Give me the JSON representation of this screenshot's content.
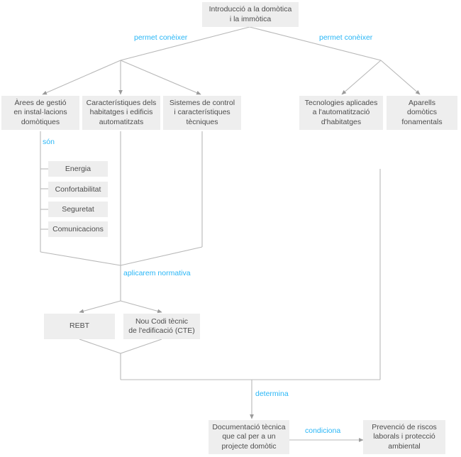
{
  "diagram": {
    "type": "flowchart",
    "title": "Introducció a la domòtica i la immòtica",
    "accent_color": "#29b6f6",
    "node_fill": "#eeeeee",
    "node_text_color": "#4d4d4d",
    "line_color": "#b3b3b3",
    "nodes": {
      "root": "Introducció a la domòtica\ni la immòtica",
      "areas_gestio": "Àrees de gestió\nen instal·lacions\ndomòtiques",
      "caracteristiques": "Característiques dels\nhabitatges i edificis\nautomatitzats",
      "sistemes_control": "Sistemes de control\ni característiques\ntècniques",
      "tecnologies": "Tecnologies aplicades\na l'automatització\nd'habitatges",
      "aparells": "Aparells\ndomòtics\nfonamentals",
      "rebt": "REBT",
      "cte": "Nou Codi tècnic\nde l'edificació (CTE)",
      "documentacio": "Documentació tècnica\nque cal per a un\nprojecte domòtic",
      "prevencio": "Prevenció de riscos\nlaborals i protecció\nambiental"
    },
    "list": {
      "label": "són",
      "items": [
        "Energia",
        "Confortabilitat",
        "Seguretat",
        "Comunicacions"
      ]
    },
    "edge_labels": {
      "permet_coneixer_left": "permet conèixer",
      "permet_coneixer_right": "permet conèixer",
      "aplicarem_normativa": "aplicarem normativa",
      "determina": "determina",
      "condiciona": "condiciona"
    }
  }
}
